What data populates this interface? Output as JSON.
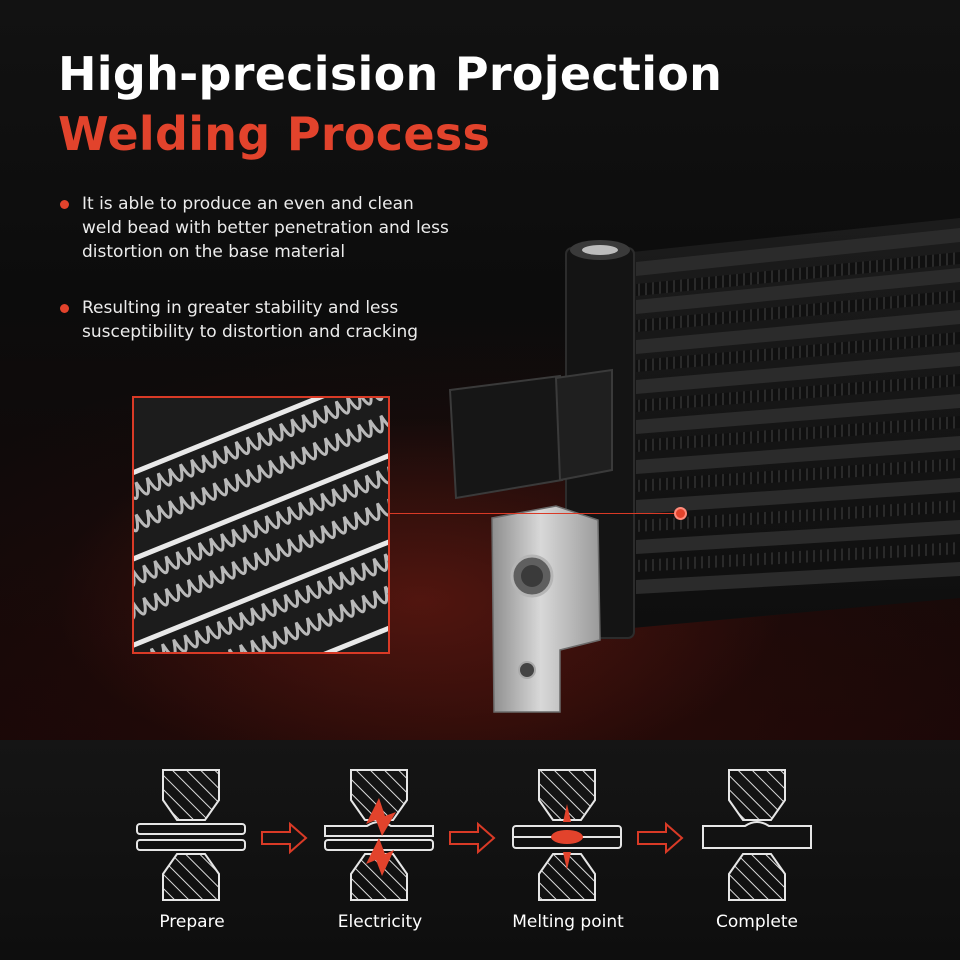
{
  "title": {
    "line1": "High-precision Projection",
    "line2": "Welding Process"
  },
  "bullets": [
    "It is able to produce an even and clean weld bead with better penetration and less distortion on the base material",
    "Resulting in greater stability and less susceptibility to distortion and cracking"
  ],
  "steps": [
    {
      "label": "Prepare"
    },
    {
      "label": "Electricity"
    },
    {
      "label": "Melting point"
    },
    {
      "label": "Complete"
    }
  ],
  "colors": {
    "accent": "#e2432c",
    "background": "#0b0b0c",
    "text": "#ffffff"
  }
}
